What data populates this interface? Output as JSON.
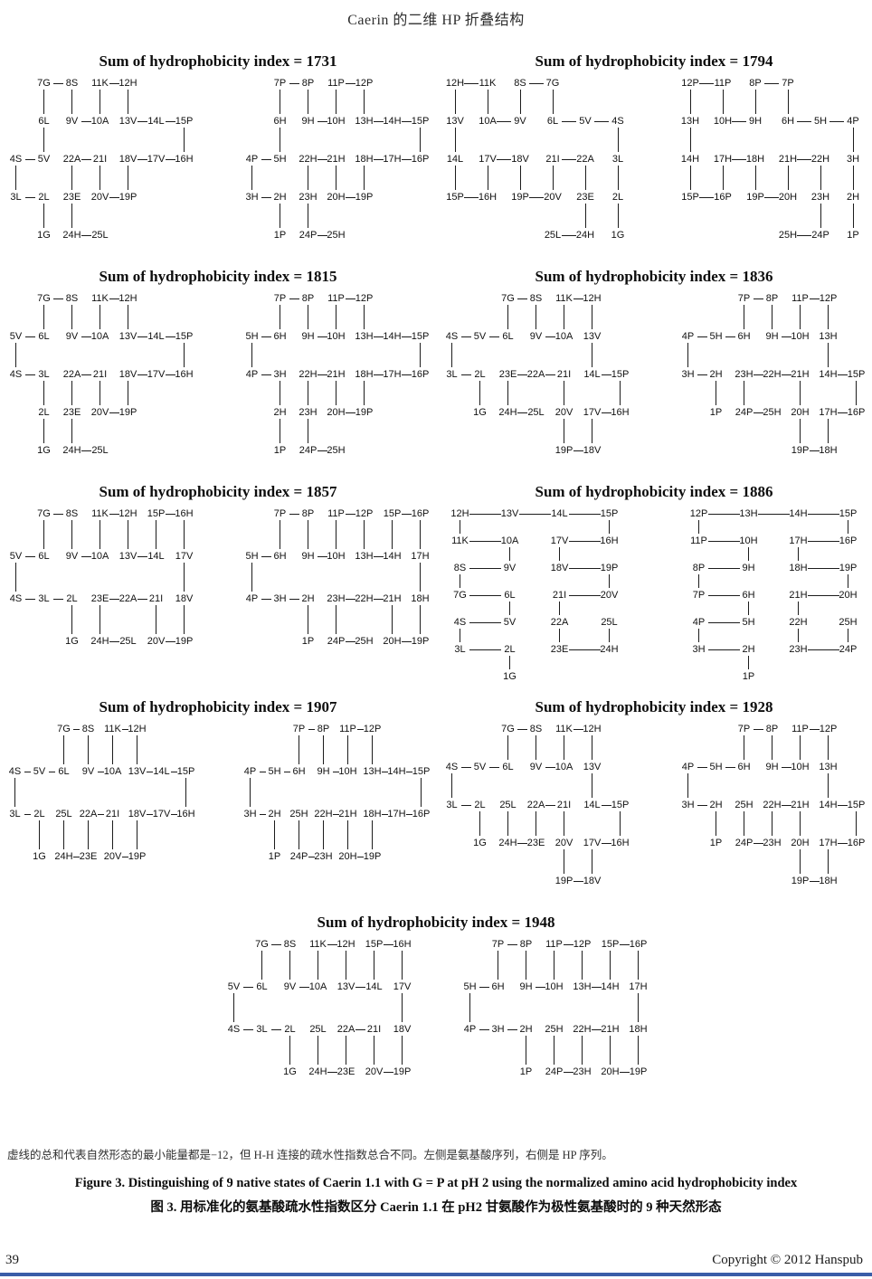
{
  "header": {
    "title": "Caerin 的二维 HP 折叠结构"
  },
  "figure": {
    "note": "虚线的总和代表自然形态的最小能量都是−12，但 H-H 连接的疏水性指数总合不同。左侧是氨基酸序列，右侧是 HP 序列。",
    "caption_en": "Figure 3. Distinguishing of 9 native states of Caerin 1.1 with G = P at pH 2 using the normalized amino acid hydrophobicity index",
    "caption_zh": "图 3.  用标准化的氨基酸疏水性指数区分 Caerin 1.1 在 pH2 甘氨酸作为极性氨基酸时的 9 种天然形态"
  },
  "footer": {
    "page_number": "39",
    "copyright": "Copyright © 2012 Hanspub"
  },
  "sequences": {
    "aa": [
      "G",
      "L",
      "L",
      "S",
      "V",
      "L",
      "G",
      "S",
      "V",
      "A",
      "K",
      "H",
      "V",
      "L",
      "P",
      "H",
      "V",
      "V",
      "P",
      "V",
      "I",
      "A",
      "E",
      "H",
      "L"
    ],
    "hp": [
      "P",
      "H",
      "H",
      "P",
      "H",
      "H",
      "P",
      "P",
      "H",
      "H",
      "P",
      "P",
      "H",
      "H",
      "P",
      "P",
      "H",
      "H",
      "P",
      "H",
      "H",
      "H",
      "H",
      "P",
      "H"
    ]
  },
  "panels": [
    {
      "sum": 1731,
      "title": "Sum of hydrophobicity index = 1731",
      "walk": [
        [
          4,
          1
        ],
        [
          3,
          1
        ],
        [
          3,
          0
        ],
        [
          2,
          0
        ],
        [
          2,
          1
        ],
        [
          1,
          1
        ],
        [
          0,
          1
        ],
        [
          0,
          2
        ],
        [
          1,
          2
        ],
        [
          1,
          3
        ],
        [
          0,
          3
        ],
        [
          0,
          4
        ],
        [
          1,
          4
        ],
        [
          1,
          5
        ],
        [
          1,
          6
        ],
        [
          2,
          6
        ],
        [
          2,
          5
        ],
        [
          2,
          4
        ],
        [
          3,
          4
        ],
        [
          3,
          3
        ],
        [
          2,
          3
        ],
        [
          2,
          2
        ],
        [
          3,
          2
        ],
        [
          4,
          2
        ],
        [
          4,
          3
        ]
      ]
    },
    {
      "sum": 1794,
      "title": "Sum of hydrophobicity index = 1794",
      "walk": [
        [
          4,
          5
        ],
        [
          3,
          5
        ],
        [
          2,
          5
        ],
        [
          1,
          5
        ],
        [
          1,
          4
        ],
        [
          1,
          3
        ],
        [
          0,
          3
        ],
        [
          0,
          2
        ],
        [
          1,
          2
        ],
        [
          1,
          1
        ],
        [
          0,
          1
        ],
        [
          0,
          0
        ],
        [
          1,
          0
        ],
        [
          2,
          0
        ],
        [
          3,
          0
        ],
        [
          3,
          1
        ],
        [
          2,
          1
        ],
        [
          2,
          2
        ],
        [
          3,
          2
        ],
        [
          3,
          3
        ],
        [
          2,
          3
        ],
        [
          2,
          4
        ],
        [
          3,
          4
        ],
        [
          4,
          4
        ],
        [
          4,
          3
        ]
      ]
    },
    {
      "sum": 1815,
      "title": "Sum of hydrophobicity index = 1815",
      "walk": [
        [
          4,
          1
        ],
        [
          3,
          1
        ],
        [
          2,
          1
        ],
        [
          2,
          0
        ],
        [
          1,
          0
        ],
        [
          1,
          1
        ],
        [
          0,
          1
        ],
        [
          0,
          2
        ],
        [
          1,
          2
        ],
        [
          1,
          3
        ],
        [
          0,
          3
        ],
        [
          0,
          4
        ],
        [
          1,
          4
        ],
        [
          1,
          5
        ],
        [
          1,
          6
        ],
        [
          2,
          6
        ],
        [
          2,
          5
        ],
        [
          2,
          4
        ],
        [
          3,
          4
        ],
        [
          3,
          3
        ],
        [
          2,
          3
        ],
        [
          2,
          2
        ],
        [
          3,
          2
        ],
        [
          4,
          2
        ],
        [
          4,
          3
        ]
      ]
    },
    {
      "sum": 1836,
      "title": "Sum of hydrophobicity index = 1836",
      "walk": [
        [
          3,
          1
        ],
        [
          2,
          1
        ],
        [
          2,
          0
        ],
        [
          1,
          0
        ],
        [
          1,
          1
        ],
        [
          1,
          2
        ],
        [
          0,
          2
        ],
        [
          0,
          3
        ],
        [
          1,
          3
        ],
        [
          1,
          4
        ],
        [
          0,
          4
        ],
        [
          0,
          5
        ],
        [
          1,
          5
        ],
        [
          2,
          5
        ],
        [
          2,
          6
        ],
        [
          3,
          6
        ],
        [
          3,
          5
        ],
        [
          4,
          5
        ],
        [
          4,
          4
        ],
        [
          3,
          4
        ],
        [
          2,
          4
        ],
        [
          2,
          3
        ],
        [
          2,
          2
        ],
        [
          3,
          2
        ],
        [
          3,
          3
        ]
      ]
    },
    {
      "sum": 1857,
      "title": "Sum of hydrophobicity index = 1857",
      "walk": [
        [
          3,
          2
        ],
        [
          2,
          2
        ],
        [
          2,
          1
        ],
        [
          2,
          0
        ],
        [
          1,
          0
        ],
        [
          1,
          1
        ],
        [
          0,
          1
        ],
        [
          0,
          2
        ],
        [
          1,
          2
        ],
        [
          1,
          3
        ],
        [
          0,
          3
        ],
        [
          0,
          4
        ],
        [
          1,
          4
        ],
        [
          1,
          5
        ],
        [
          0,
          5
        ],
        [
          0,
          6
        ],
        [
          1,
          6
        ],
        [
          2,
          6
        ],
        [
          3,
          6
        ],
        [
          3,
          5
        ],
        [
          2,
          5
        ],
        [
          2,
          4
        ],
        [
          2,
          3
        ],
        [
          3,
          3
        ],
        [
          3,
          4
        ]
      ]
    },
    {
      "sum": 1886,
      "title": "Sum of hydrophobicity index = 1886",
      "walk": [
        [
          6,
          1
        ],
        [
          5,
          1
        ],
        [
          5,
          0
        ],
        [
          4,
          0
        ],
        [
          4,
          1
        ],
        [
          3,
          1
        ],
        [
          3,
          0
        ],
        [
          2,
          0
        ],
        [
          2,
          1
        ],
        [
          1,
          1
        ],
        [
          1,
          0
        ],
        [
          0,
          0
        ],
        [
          0,
          1
        ],
        [
          0,
          2
        ],
        [
          0,
          3
        ],
        [
          1,
          3
        ],
        [
          1,
          2
        ],
        [
          2,
          2
        ],
        [
          2,
          3
        ],
        [
          3,
          3
        ],
        [
          3,
          2
        ],
        [
          4,
          2
        ],
        [
          5,
          2
        ],
        [
          5,
          3
        ],
        [
          4,
          3
        ]
      ]
    },
    {
      "sum": 1907,
      "title": "Sum of hydrophobicity index = 1907",
      "walk": [
        [
          3,
          1
        ],
        [
          2,
          1
        ],
        [
          2,
          0
        ],
        [
          1,
          0
        ],
        [
          1,
          1
        ],
        [
          1,
          2
        ],
        [
          0,
          2
        ],
        [
          0,
          3
        ],
        [
          1,
          3
        ],
        [
          1,
          4
        ],
        [
          0,
          4
        ],
        [
          0,
          5
        ],
        [
          1,
          5
        ],
        [
          1,
          6
        ],
        [
          1,
          7
        ],
        [
          2,
          7
        ],
        [
          2,
          6
        ],
        [
          2,
          5
        ],
        [
          3,
          5
        ],
        [
          3,
          4
        ],
        [
          2,
          4
        ],
        [
          2,
          3
        ],
        [
          3,
          3
        ],
        [
          3,
          2
        ],
        [
          2,
          2
        ]
      ]
    },
    {
      "sum": 1928,
      "title": "Sum of hydrophobicity index = 1928",
      "walk": [
        [
          3,
          1
        ],
        [
          2,
          1
        ],
        [
          2,
          0
        ],
        [
          1,
          0
        ],
        [
          1,
          1
        ],
        [
          1,
          2
        ],
        [
          0,
          2
        ],
        [
          0,
          3
        ],
        [
          1,
          3
        ],
        [
          1,
          4
        ],
        [
          0,
          4
        ],
        [
          0,
          5
        ],
        [
          1,
          5
        ],
        [
          2,
          5
        ],
        [
          2,
          6
        ],
        [
          3,
          6
        ],
        [
          3,
          5
        ],
        [
          4,
          5
        ],
        [
          4,
          4
        ],
        [
          3,
          4
        ],
        [
          2,
          4
        ],
        [
          2,
          3
        ],
        [
          3,
          3
        ],
        [
          3,
          2
        ],
        [
          2,
          2
        ]
      ]
    },
    {
      "sum": 1948,
      "title": "Sum of hydrophobicity index = 1948",
      "walk": [
        [
          3,
          2
        ],
        [
          2,
          2
        ],
        [
          2,
          1
        ],
        [
          2,
          0
        ],
        [
          1,
          0
        ],
        [
          1,
          1
        ],
        [
          0,
          1
        ],
        [
          0,
          2
        ],
        [
          1,
          2
        ],
        [
          1,
          3
        ],
        [
          0,
          3
        ],
        [
          0,
          4
        ],
        [
          1,
          4
        ],
        [
          1,
          5
        ],
        [
          0,
          5
        ],
        [
          0,
          6
        ],
        [
          1,
          6
        ],
        [
          2,
          6
        ],
        [
          3,
          6
        ],
        [
          3,
          5
        ],
        [
          2,
          5
        ],
        [
          2,
          4
        ],
        [
          3,
          4
        ],
        [
          3,
          3
        ],
        [
          2,
          3
        ]
      ]
    }
  ]
}
